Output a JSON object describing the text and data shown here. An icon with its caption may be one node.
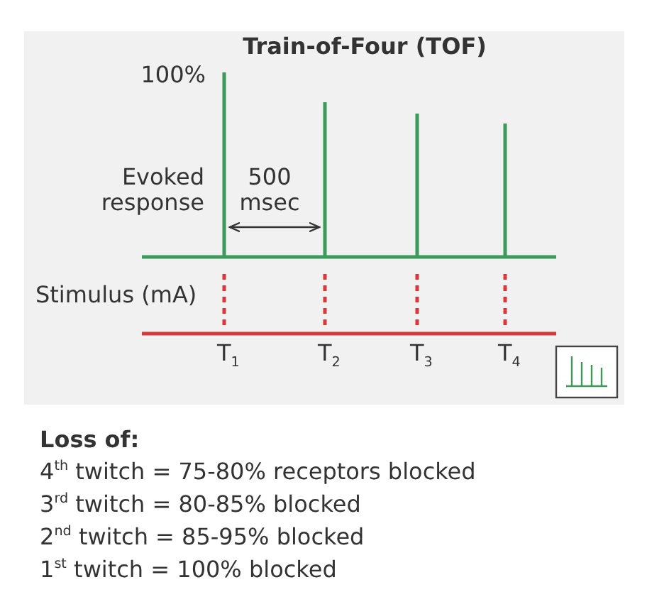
{
  "diagram": {
    "title": "Train-of-Four (TOF)",
    "labels": [
      "100%",
      "Evoked response",
      "500 msec",
      "Stimulus (mA)",
      "T$_{1}$",
      "T$_{2}$",
      "T$_{3}$",
      "T$_{4}$",
      "Loss of:",
      "4$^{th}$ twitch = 75-80% receptors blocked",
      "3$^{rd}$ twitch = 80-85% blocked",
      "2$^{nd}$ twitch = 85-95% blocked",
      "1$^{st}$ twitch = 100% blocked"
    ]
  }
}
